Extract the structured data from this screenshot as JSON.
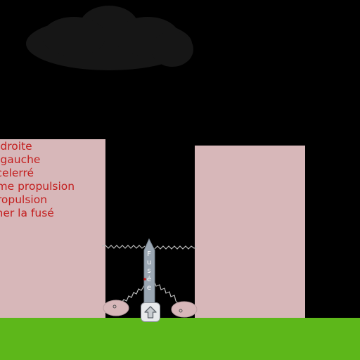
{
  "game": {
    "instructions": [
      "a droite",
      "a gauche",
      "ccelerré",
      "eme propulsion",
      "propulsion",
      "cher la fusé"
    ],
    "rocket_letters": [
      "F",
      "u",
      "s",
      "é",
      "e"
    ]
  },
  "icons": {
    "launch_button": "up-arrow-icon",
    "cloud": "cloud-icon"
  },
  "colors": {
    "sky": "#000000",
    "ground": "#5db71a",
    "walls": "#d7b7b9",
    "instruction_text": "#c31f1f",
    "rocket": "#9aa6b2",
    "cloud": "#161616"
  }
}
